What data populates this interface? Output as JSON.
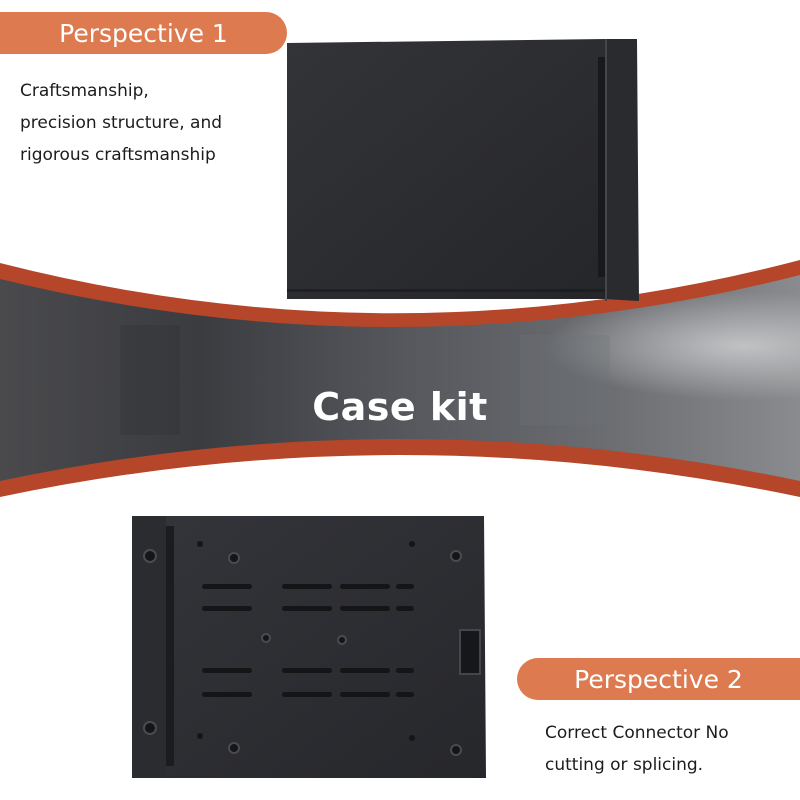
{
  "perspective_1": {
    "label": "Perspective 1",
    "description": [
      "Craftsmanship,",
      "precision structure, and",
      "rigorous craftsmanship"
    ]
  },
  "band": {
    "title": "Case kit"
  },
  "perspective_2": {
    "label": "Perspective 2",
    "description": [
      "Correct Connector No",
      "cutting or splicing."
    ]
  },
  "colors": {
    "accent": "#dd7a4f",
    "band_stripe": "#b5462a",
    "text": "#1c1c1c",
    "case_metal": "#2c2d31"
  }
}
